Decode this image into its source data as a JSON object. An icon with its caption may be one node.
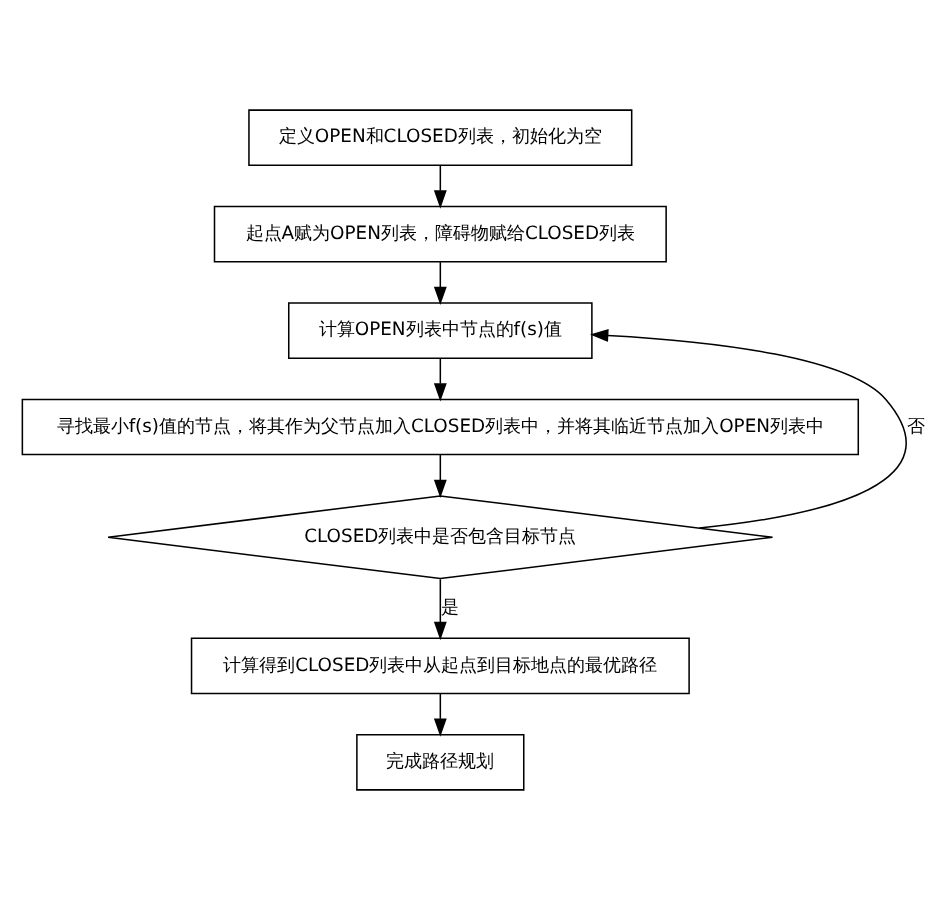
{
  "diagram": {
    "nodes": [
      {
        "text": [
          "定义OPEN和CLOSED列表，初始化为空"
        ]
      },
      {
        "text": [
          "起点A赋为OPEN列表，障碍物赋给CLOSED列表"
        ]
      },
      {
        "text": [
          "计算OPEN列表中节点的f(s)值"
        ]
      },
      {
        "text": [
          "寻找最小f(s)值的节点，将其作为父节点加入CLOSED列表中，并将其临近节点加入OPEN列表中"
        ]
      },
      {
        "text": [
          "CLOSED列表中是否包含目标节点"
        ]
      },
      {
        "text": [
          "计算得到CLOSED列表中从起点到目标地点的最优路径"
        ]
      },
      {
        "text": [
          "完成路径规划"
        ]
      }
    ],
    "edges": [
      {
        "from": 0,
        "to": 1,
        "arrow": "to"
      },
      {
        "from": 1,
        "to": 2,
        "arrow": "to"
      },
      {
        "from": 2,
        "to": 3,
        "arrow": "to"
      },
      {
        "from": 3,
        "to": 4,
        "arrow": "to"
      },
      {
        "from": 4,
        "to": 2,
        "arrow": "to",
        "label": "否"
      },
      {
        "from": 4,
        "to": 5,
        "arrow": "to",
        "label": "是"
      },
      {
        "from": 5,
        "to": 6,
        "arrow": "to"
      }
    ]
  }
}
